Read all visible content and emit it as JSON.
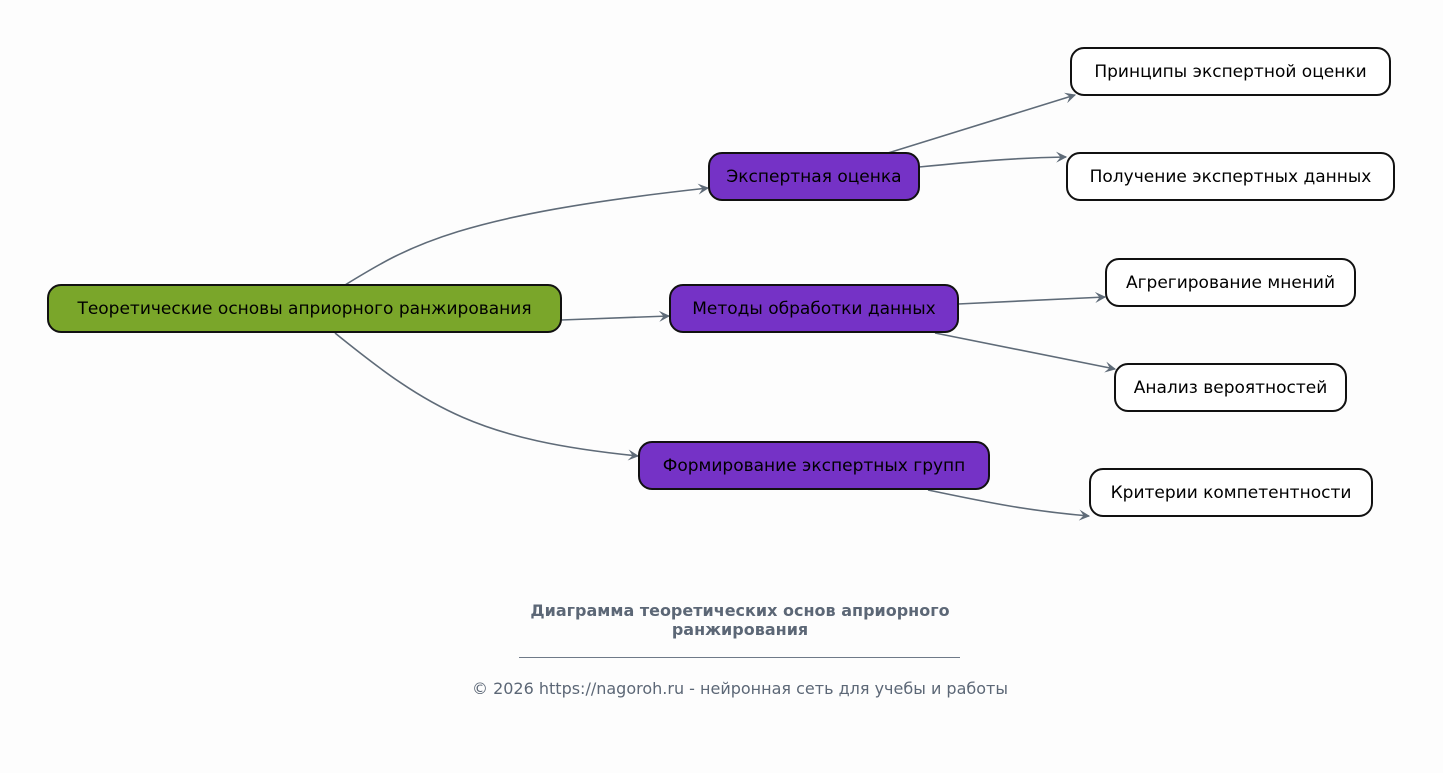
{
  "diagram": {
    "root": "Теоретические основы априорного ранжирования",
    "branches": [
      {
        "label": "Экспертная оценка",
        "children": [
          "Принципы экспертной оценки",
          "Получение экспертных данных"
        ]
      },
      {
        "label": "Методы обработки данных",
        "children": [
          "Агрегирование мнений",
          "Анализ вероятностей"
        ]
      },
      {
        "label": "Формирование экспертных групп",
        "children": [
          "Критерии компетентности"
        ]
      }
    ]
  },
  "colors": {
    "root": "#7aa62a",
    "branch": "#7532c6",
    "leaf": "#ffffff",
    "edge": "#5f6b78",
    "caption": "#5c6776"
  },
  "caption": {
    "line1": "Диаграмма теоретических основ априорного",
    "line2": "ранжирования"
  },
  "footer": "© 2026 https://nagoroh.ru - нейронная сеть для учебы и работы"
}
